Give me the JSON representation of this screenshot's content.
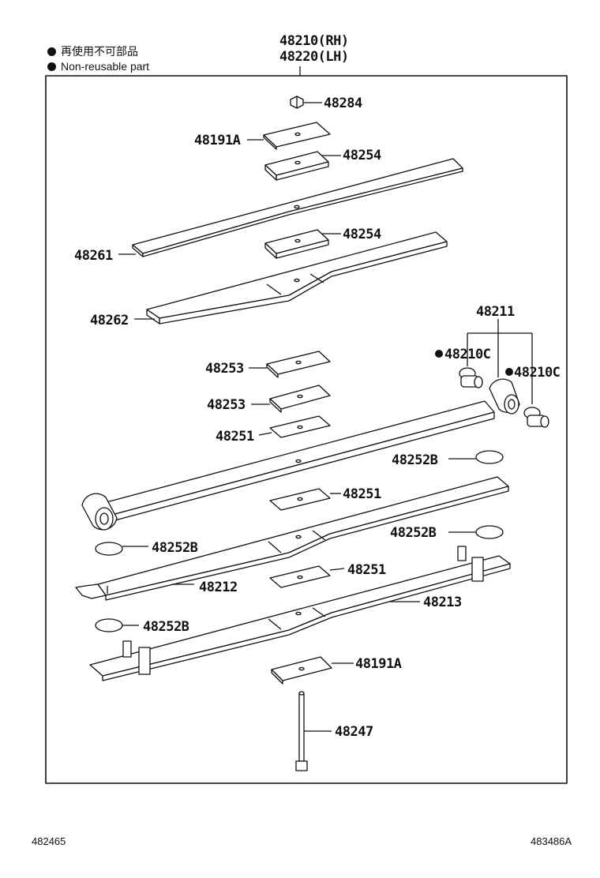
{
  "legend": {
    "jp": "再使用不可部品",
    "en": "Non-reusable part"
  },
  "assembly": {
    "rh": "48210(RH)",
    "lh": "48220(LH)"
  },
  "parts": {
    "p48284": "48284",
    "p48191A_top": "48191A",
    "p48254_top": "48254",
    "p48261": "48261",
    "p48254_mid": "48254",
    "p48262": "48262",
    "p48211": "48211",
    "p48210C_left": "48210C",
    "p48210C_right": "48210C",
    "p48253_a": "48253",
    "p48253_b": "48253",
    "p48251_a": "48251",
    "p48252B_a": "48252B",
    "p48251_b": "48251",
    "p48252B_b": "48252B",
    "p48252B_c": "48252B",
    "p48212": "48212",
    "p48251_c": "48251",
    "p48213": "48213",
    "p48252B_d": "48252B",
    "p48191A_bottom": "48191A",
    "p48247": "48247"
  },
  "footer": {
    "left_code": "482465",
    "right_code": "483486A"
  }
}
